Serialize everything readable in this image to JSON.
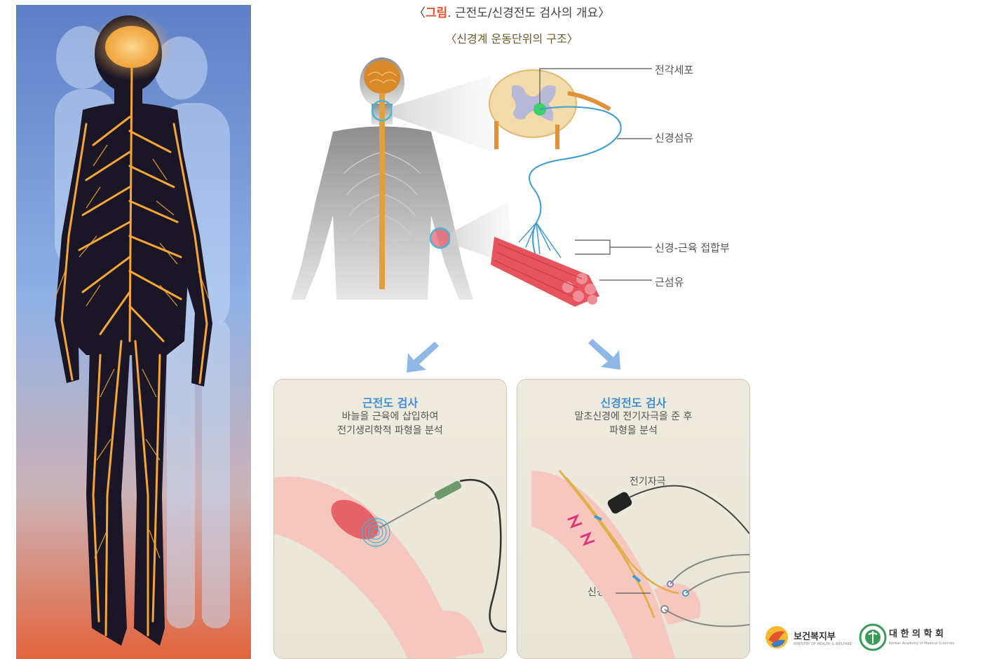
{
  "figure": {
    "title_prefix": "〈",
    "title_accent": "그림",
    "title_rest": ". 근전도/신경전도 검사의 개요〉",
    "subtitle": "〈신경계 운동단위의 구조〉"
  },
  "motor_unit_labels": {
    "anterior_horn_cell": "전각세포",
    "nerve_fiber": "신경섬유",
    "neuromuscular_junction": "신경-근육 접합부",
    "muscle_fiber": "근섬유"
  },
  "emg_card": {
    "title": "근전도 검사",
    "desc_line1": "바늘을 근육에 삽입하여",
    "desc_line2": "전기생리학적 파형을 분석"
  },
  "ncs_card": {
    "title": "신경전도 검사",
    "desc_line1": "말초신경에 전기자극을 준 후",
    "desc_line2": "파형을 분석",
    "stimulus_label": "전기자극",
    "nerve_label": "신경"
  },
  "logos": {
    "ministry_name": "보건복지부",
    "ministry_sub": "MINISTRY OF HEALTH & WELFARE",
    "academy_name": "대 한 의 학 회",
    "academy_sub": "Korean Academy of Medical Sciences"
  },
  "colors": {
    "nerve_orange": "#f2a32e",
    "nerve_blue": "#3d9bd6",
    "accent_red": "#e2542f",
    "card_title_blue": "#3f8fd2",
    "muscle_red": "#e8545e"
  }
}
